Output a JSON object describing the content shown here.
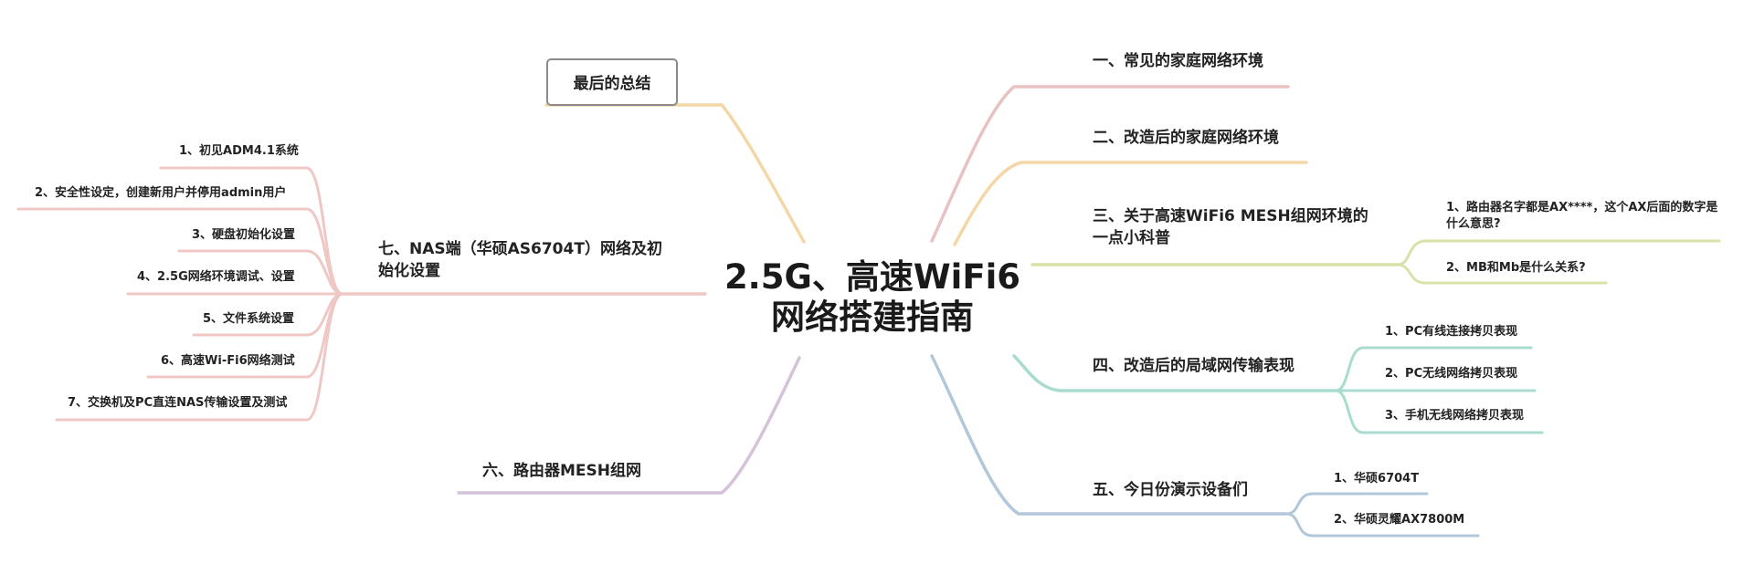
{
  "root": {
    "line1": "2.5G、高速WiFi6",
    "line2": "网络搭建指南"
  },
  "branches": [
    {
      "label": "一、常见的家庭网络环境",
      "color": "#e8c2c2",
      "children": []
    },
    {
      "label": "二、改造后的家庭网络环境",
      "color": "#f3d7a6",
      "children": []
    },
    {
      "label": "三、关于高速WiFi6 MESH组网环境的一点小科普",
      "color": "#d8e2a8",
      "children": [
        "1、路由器名字都是AX****，这个AX后面的数字是什么意思?",
        "2、MB和Mb是什么关系?"
      ]
    },
    {
      "label": "四、改造后的局域网传输表现",
      "color": "#a9dccf",
      "children": [
        "1、PC有线连接拷贝表现",
        "2、PC无线网络拷贝表现",
        "3、手机无线网络拷贝表现"
      ]
    },
    {
      "label": "五、今日份演示设备们",
      "color": "#b3c7da",
      "children": [
        "1、华硕6704T",
        "2、华硕灵耀AX7800M"
      ]
    },
    {
      "label": "六、路由器MESH组网",
      "color": "#d4c3d8",
      "children": []
    },
    {
      "label": "七、NAS端（华硕AS6704T）网络及初始化设置",
      "color": "#efc7c5",
      "children": [
        "1、初见ADM4.1系统",
        "2、安全性设定，创建新用户并停用admin用户",
        "3、硬盘初始化设置",
        "4、2.5G网络环境调试、设置",
        "5、文件系统设置",
        "6、高速Wi-Fi6网络测试",
        "7、交换机及PC直连NAS传输设置及测试"
      ]
    },
    {
      "label": "最后的总结",
      "color": "#f3d7a6",
      "children": []
    }
  ]
}
